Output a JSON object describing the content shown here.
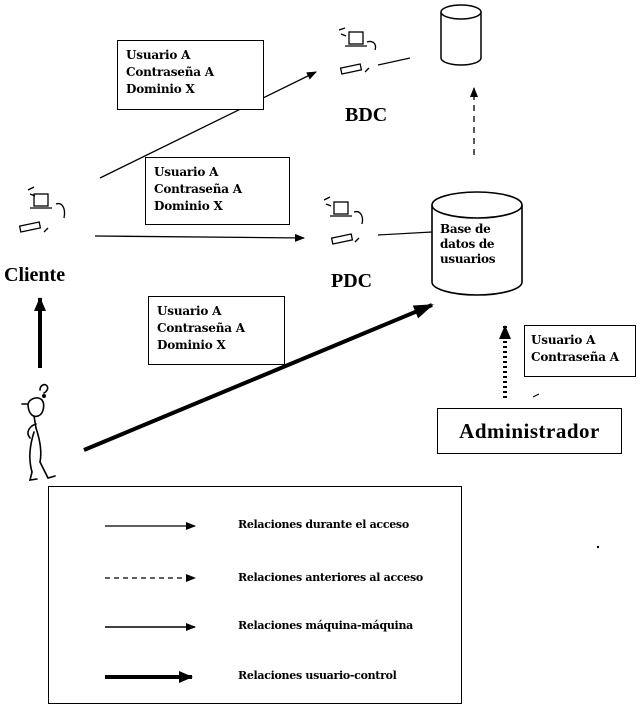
{
  "colors": {
    "ink": "#000000",
    "background": "#ffffff"
  },
  "credentials": {
    "to_bdc": [
      "Usuario A",
      "Contraseña A",
      "Dominio X"
    ],
    "to_pdc": [
      "Usuario A",
      "Contraseña A",
      "Dominio X"
    ],
    "to_db": [
      "Usuario A",
      "Contraseña A",
      "Dominio X"
    ],
    "admin": [
      "Usuario A",
      "Contraseña A"
    ]
  },
  "nodes": {
    "bdc": "BDC",
    "pdc": "PDC",
    "client": "Cliente",
    "administrator": "Administrador"
  },
  "database_label": [
    "Base de",
    "datos de",
    "usuarios"
  ],
  "icons": [
    "computer-icon",
    "database-icon",
    "user-figure-icon"
  ],
  "legend": {
    "items": [
      {
        "style": "solid-thin",
        "label": "Relaciones durante el acceso"
      },
      {
        "style": "dashed",
        "label": "Relaciones anteriores al acceso"
      },
      {
        "style": "solid",
        "label": "Relaciones máquina-máquina"
      },
      {
        "style": "solid-thick",
        "label": "Relaciones usuario-control"
      }
    ]
  }
}
